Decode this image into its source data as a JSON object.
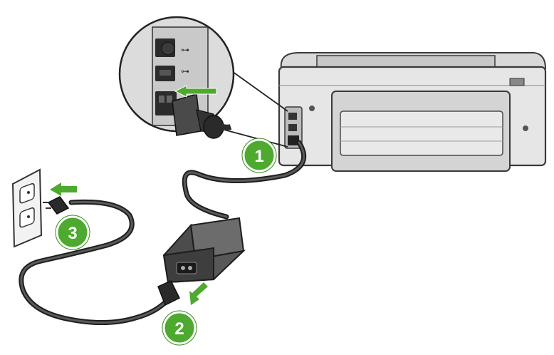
{
  "steps": [
    {
      "number": "1",
      "label": "connect-power-cord-to-printer"
    },
    {
      "number": "2",
      "label": "connect-power-cord-to-adapter"
    },
    {
      "number": "3",
      "label": "plug-into-wall-outlet"
    }
  ],
  "colors": {
    "badge_green": "#4ea92f",
    "badge_ring": "#ffffff",
    "arrow_green": "#4ea92f",
    "cable_dark": "#2a2a2a",
    "printer_body": "#e3e3e3",
    "printer_outline": "#3a3a3a",
    "adapter_body": "#5a5a5a"
  },
  "icons": [
    "usb-icon",
    "power-port-icon",
    "wall-outlet-icon",
    "plug-icon",
    "power-adapter-icon",
    "printer-icon"
  ]
}
